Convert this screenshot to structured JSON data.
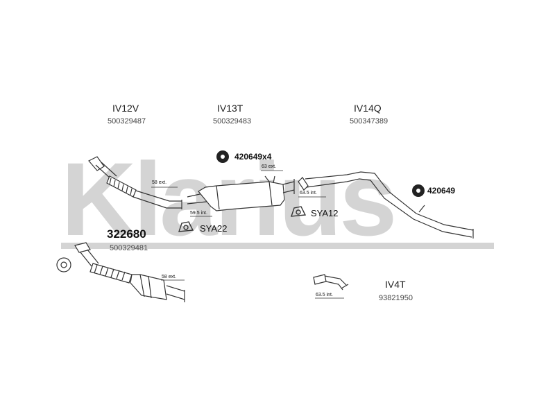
{
  "watermark": "Klarius",
  "parts": {
    "front_pipe": {
      "name": "IV12V",
      "code": "500329487"
    },
    "middle_box": {
      "name": "IV13T",
      "code": "500329483"
    },
    "rear_pipe": {
      "name": "IV14Q",
      "code": "500347389"
    },
    "tail_pipe": {
      "name": "IV4T",
      "code": "93821950"
    },
    "catalyst_kit": {
      "name": "322680",
      "code": "500329481"
    }
  },
  "fittings": {
    "rubber_mount_x4": "420649x4",
    "rubber_mount": "420649",
    "clamp_front": "SYA22",
    "clamp_rear": "SYA12"
  },
  "dimensions": {
    "d1": "58 ext.",
    "d2": "59.5 int.",
    "d3": "63 ext.",
    "d4": "63.5 int.",
    "d5": "58 ext.",
    "d6": "63.5 int."
  }
}
